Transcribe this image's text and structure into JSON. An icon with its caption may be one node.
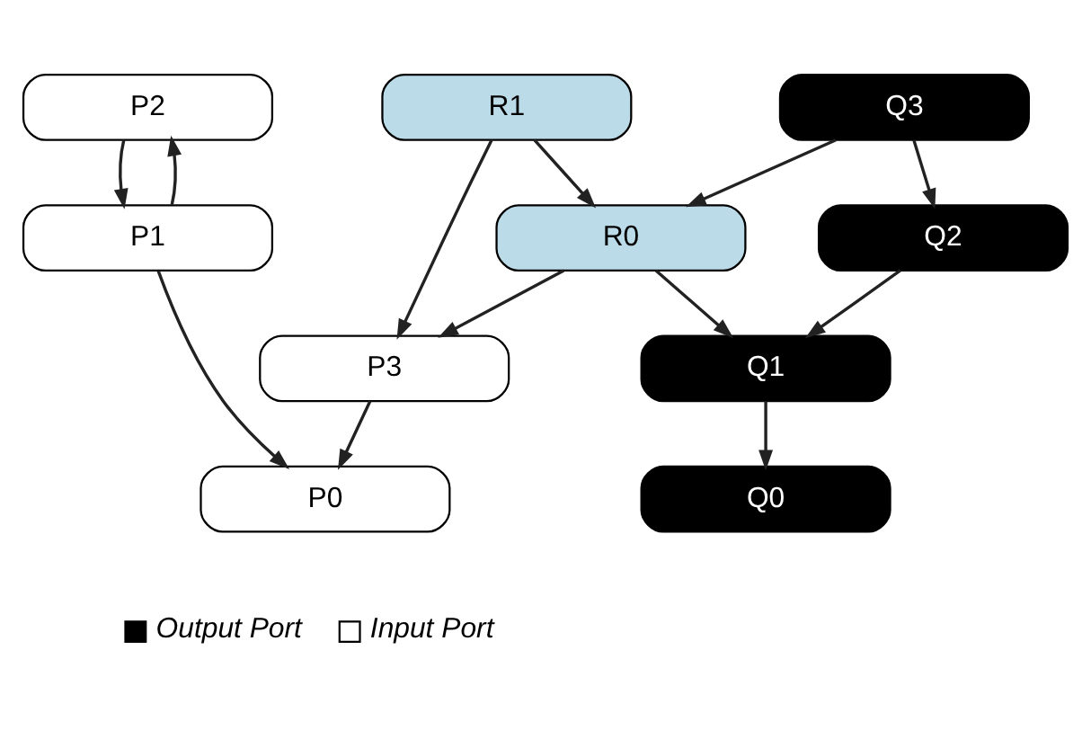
{
  "diagram": {
    "nodes": [
      {
        "text": [
          "P2"
        ]
      },
      {
        "text": [
          "R1"
        ]
      },
      {
        "text": [
          "Q3"
        ]
      },
      {
        "text": [
          "R0"
        ]
      },
      {
        "text": [
          "Q2"
        ]
      },
      {
        "text": [
          "P1"
        ]
      },
      {
        "text": [
          "P3"
        ]
      },
      {
        "text": [
          "Q1"
        ]
      },
      {
        "text": [
          "P0"
        ]
      },
      {
        "text": [
          "Q0"
        ]
      }
    ],
    "edges": [
      {
        "from": 0,
        "to": 5,
        "arrow": "to"
      },
      {
        "from": 5,
        "to": 0,
        "arrow": "to"
      },
      {
        "from": 1,
        "to": 6,
        "arrow": "to"
      },
      {
        "from": 1,
        "to": 3,
        "arrow": "to"
      },
      {
        "from": 2,
        "to": 3,
        "arrow": "to"
      },
      {
        "from": 2,
        "to": 4,
        "arrow": "to"
      },
      {
        "from": 3,
        "to": 6,
        "arrow": "to"
      },
      {
        "from": 3,
        "to": 7,
        "arrow": "to"
      },
      {
        "from": 4,
        "to": 7,
        "arrow": "to"
      },
      {
        "from": 5,
        "to": 8,
        "arrow": "to"
      },
      {
        "from": 6,
        "to": 8,
        "arrow": "to"
      },
      {
        "from": 7,
        "to": 9,
        "arrow": "to"
      }
    ],
    "legend": [
      {
        "text": "Output Port"
      },
      {
        "text": "Input Port"
      }
    ]
  }
}
